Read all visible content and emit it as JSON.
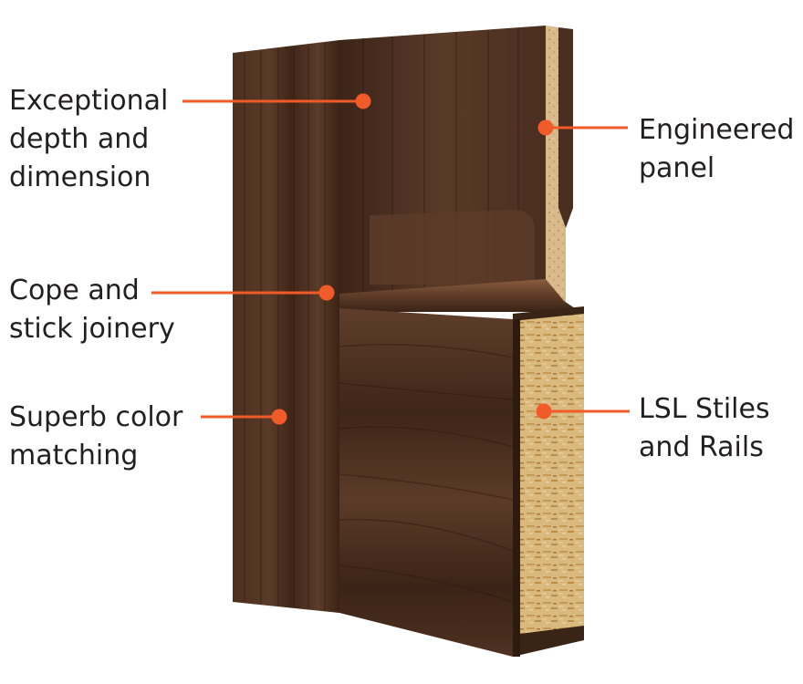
{
  "accent_color": "#f15a29",
  "callouts": {
    "depth": {
      "lines": [
        "Exceptional",
        "depth and",
        "dimension"
      ]
    },
    "cope": {
      "lines": [
        "Cope and",
        "stick joinery"
      ]
    },
    "color": {
      "lines": [
        "Superb color",
        "matching"
      ]
    },
    "panel": {
      "lines": [
        "Engineered",
        "panel"
      ]
    },
    "lsl": {
      "lines": [
        "LSL Stiles",
        "and Rails"
      ]
    }
  },
  "illustration": {
    "subject": "door-cross-section",
    "materials": {
      "veneer": "#4a2e1f",
      "veneer_dark": "#2f1c12",
      "veneer_light": "#6a4530",
      "core": "#d9b97d",
      "panel_core": "#d7b98a"
    }
  }
}
